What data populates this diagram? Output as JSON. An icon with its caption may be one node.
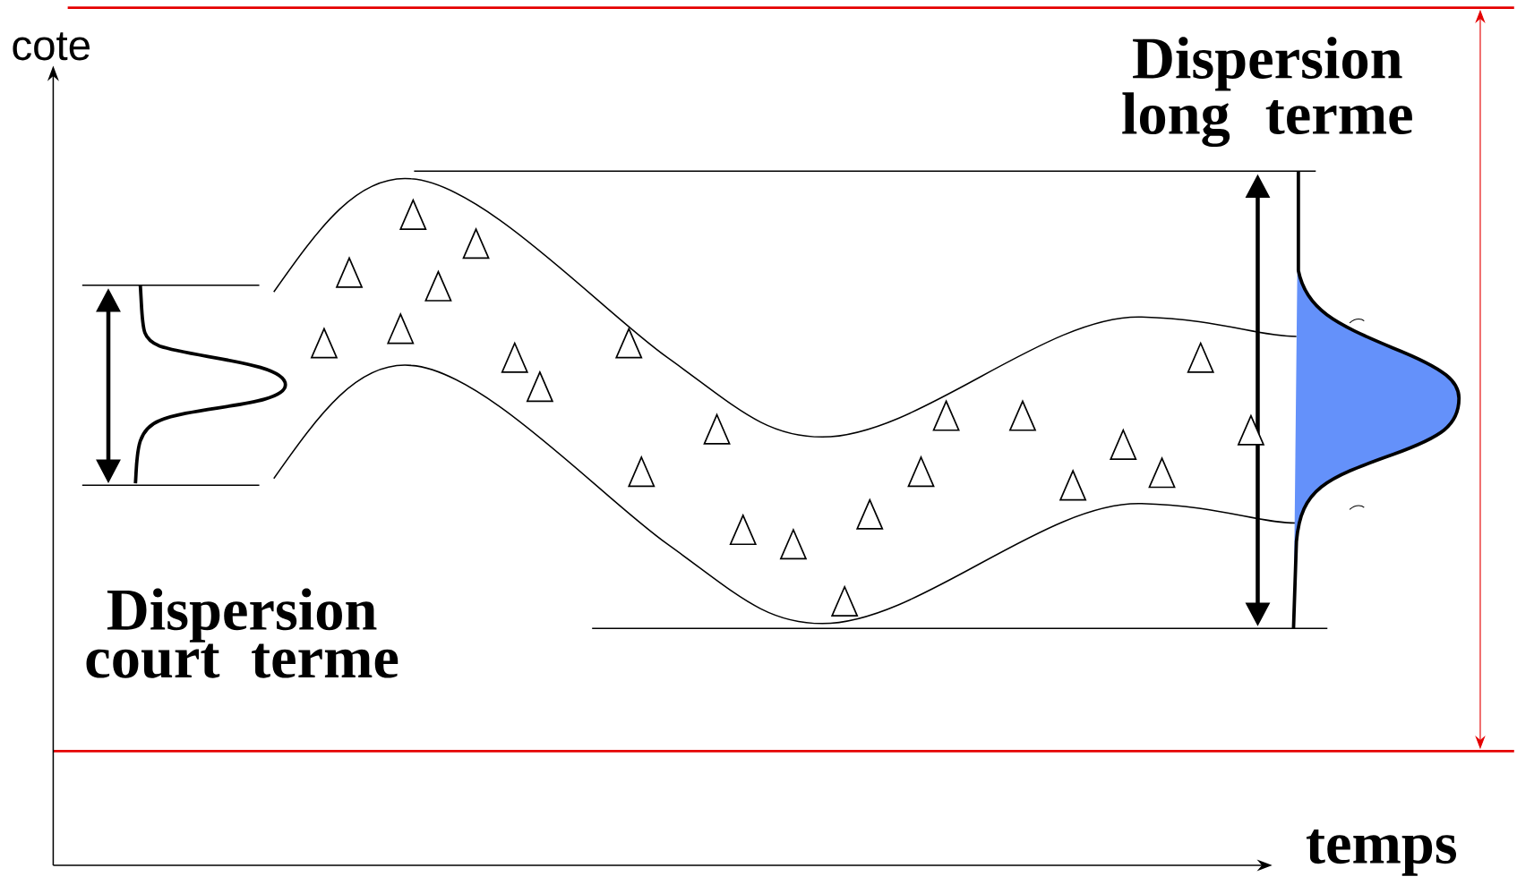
{
  "diagram": {
    "labels": [
      "cote",
      "Dispersion long terme",
      "Dispersion court terme",
      "temps"
    ]
  }
}
